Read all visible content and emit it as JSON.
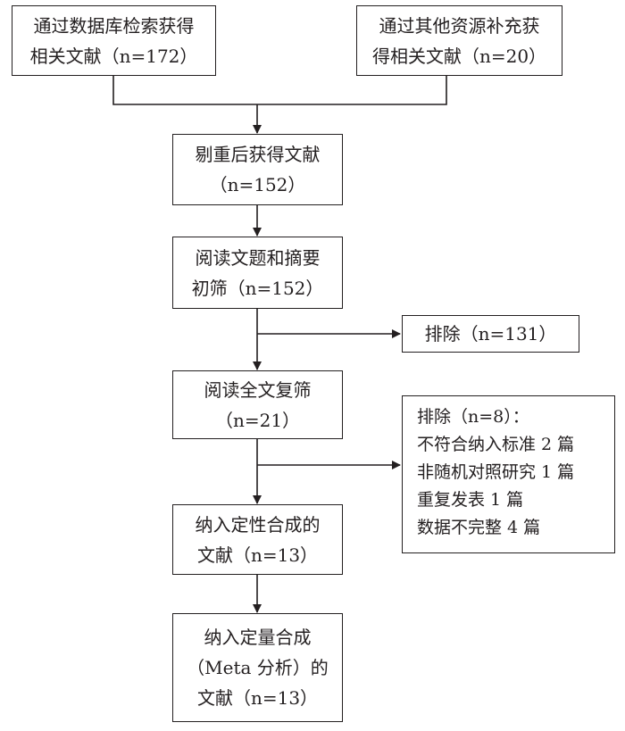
{
  "boxes": {
    "database": {
      "lines": [
        "通过数据库检索获得",
        "相关文献（n=172）"
      ]
    },
    "other_sources": {
      "lines": [
        "通过其他资源补充获",
        "得相关文献（n=20）"
      ]
    },
    "dedup": {
      "lines": [
        "剔重后获得文献",
        "（n=152）"
      ]
    },
    "title_abstract": {
      "lines": [
        "阅读文题和摘要",
        "初筛（n=152）"
      ]
    },
    "exclude_1": {
      "lines": [
        "排除（n=131）"
      ]
    },
    "full_text": {
      "lines": [
        "阅读全文复筛",
        "（n=21）"
      ]
    },
    "exclude_2": {
      "lines": [
        "排除（n=8）：",
        "不符合纳入标准 2 篇",
        "非随机对照研究 1 篇",
        "重复发表 1 篇",
        "数据不完整 4 篇"
      ]
    },
    "qualitative": {
      "lines": [
        "纳入定性合成的",
        "文献（n=13）"
      ]
    },
    "quantitative": {
      "lines": [
        "纳入定量合成",
        "（Meta 分析）的",
        "文献（n=13）"
      ]
    }
  }
}
